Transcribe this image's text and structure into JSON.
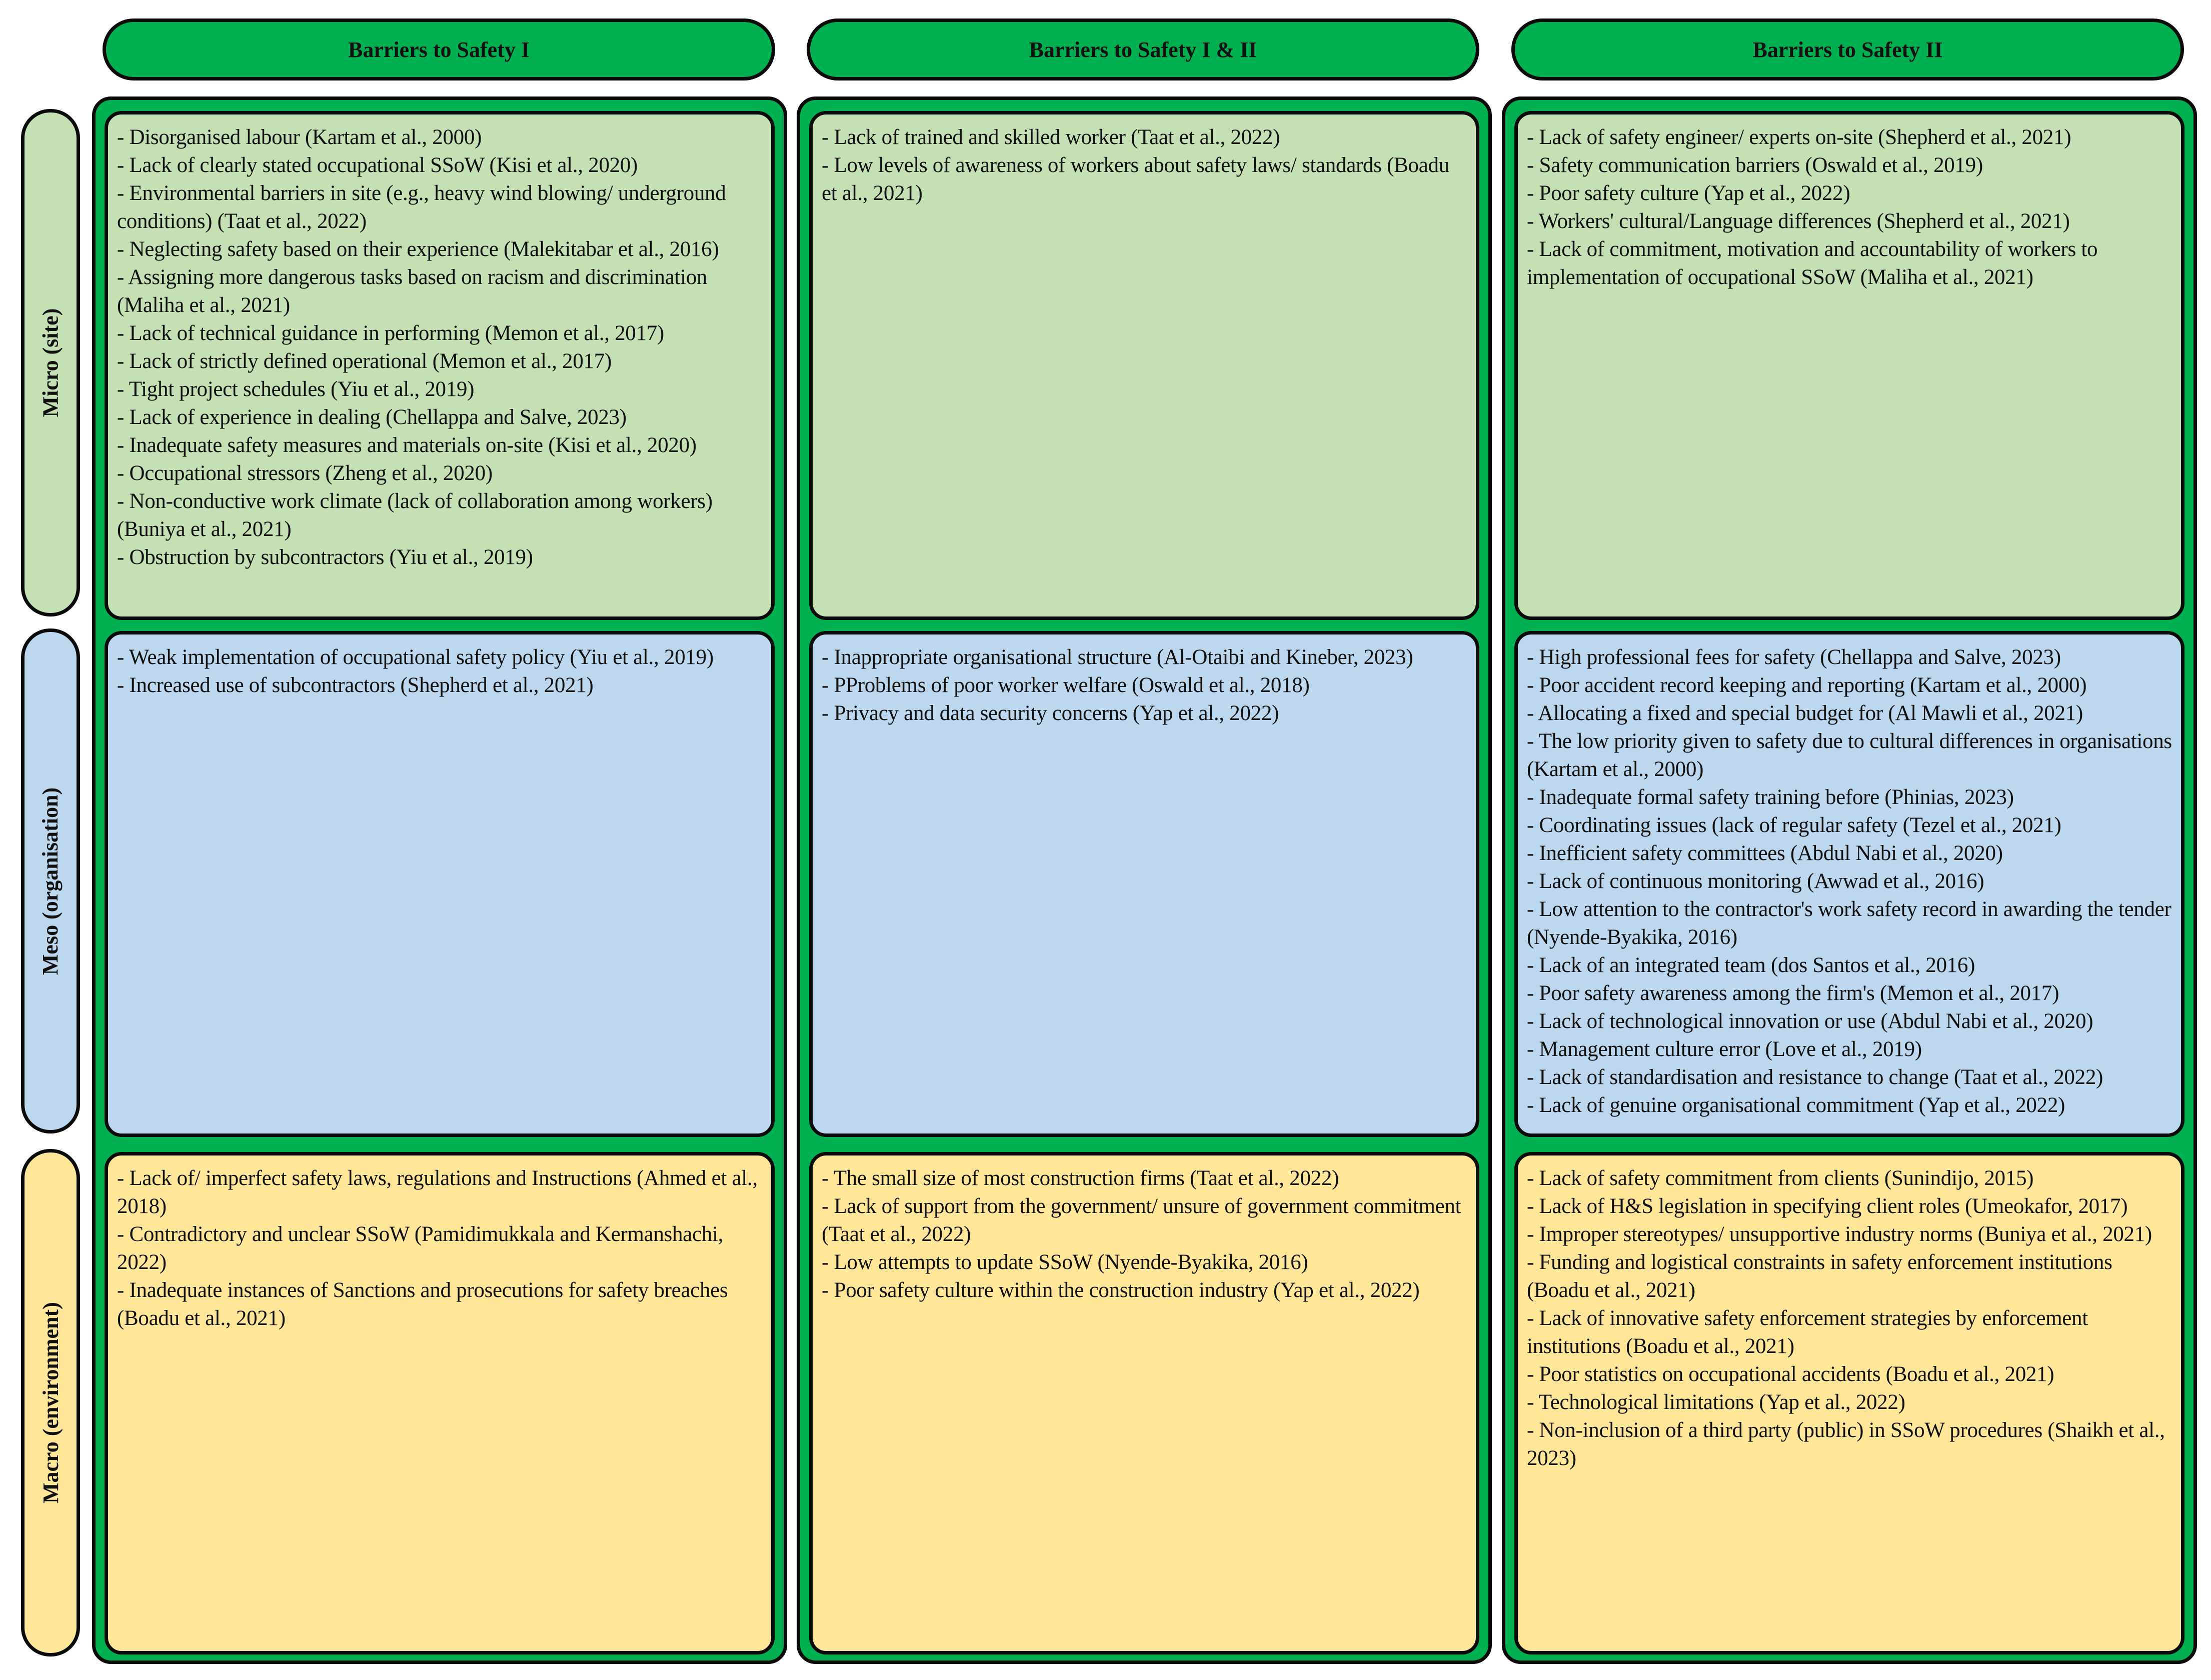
{
  "columns": [
    {
      "label": "Barriers to Safety I"
    },
    {
      "label": "Barriers to Safety I & II"
    },
    {
      "label": "Barriers to Safety II"
    }
  ],
  "rows": [
    {
      "label": "Micro (site)"
    },
    {
      "label": "Meso (organisation)"
    },
    {
      "label": "Macro (environment)"
    }
  ],
  "colors": {
    "frame_green": "#00b050",
    "micro_fill": "#c5e0b4",
    "meso_fill": "#bdd7ee",
    "macro_fill": "#ffe699",
    "border": "#0a0a0a"
  },
  "cells": {
    "micro": [
      [
        "- Disorganised labour (Kartam et al., 2000)",
        "- Lack of clearly stated occupational SSoW (Kisi et al., 2020)",
        "- Environmental barriers in site (e.g., heavy wind blowing/ underground conditions) (Taat et al., 2022)",
        "- Neglecting safety based on their experience (Malekitabar et al., 2016)",
        "- Assigning more dangerous tasks based on racism and discrimination (Maliha et al., 2021)",
        "- Lack of technical guidance in performing (Memon et al., 2017)",
        "- Lack of strictly defined operational (Memon et al., 2017)",
        "- Tight project schedules (Yiu et al., 2019)",
        "- Lack of experience in dealing (Chellappa and Salve, 2023)",
        "- Inadequate safety measures and materials on-site (Kisi et al., 2020)",
        "- Occupational stressors (Zheng et al., 2020)",
        "- Non-conductive work climate (lack of collaboration among workers) (Buniya et al., 2021)",
        "- Obstruction by subcontractors (Yiu et al., 2019)"
      ],
      [
        "- Lack of trained and skilled worker (Taat et al., 2022)",
        "- Low levels of awareness of workers about safety laws/ standards (Boadu et al., 2021)"
      ],
      [
        "- Lack of safety engineer/ experts on-site (Shepherd et al., 2021)",
        "- Safety communication barriers (Oswald et al., 2019)",
        "- Poor safety culture (Yap et al., 2022)",
        "- Workers' cultural/Language differences (Shepherd et al., 2021)",
        "- Lack of commitment, motivation and accountability of workers to implementation of occupational SSoW (Maliha et al., 2021)"
      ]
    ],
    "meso": [
      [
        "- Weak implementation of occupational safety policy (Yiu et al., 2019)",
        "- Increased use of subcontractors (Shepherd et al., 2021)"
      ],
      [
        "- Inappropriate organisational structure (Al-Otaibi and Kineber, 2023)",
        "- PProblems of poor worker welfare (Oswald et al., 2018)",
        "- Privacy and data security concerns (Yap et al., 2022)"
      ],
      [
        "- High professional fees for safety (Chellappa and Salve, 2023)",
        "- Poor accident record keeping and reporting (Kartam et al., 2000)",
        "- Allocating a fixed and special budget for (Al Mawli et al., 2021)",
        "- The low priority given to safety due to cultural differences in organisations (Kartam et al., 2000)",
        "- Inadequate formal safety training before (Phinias, 2023)",
        "- Coordinating issues (lack of regular safety (Tezel et al., 2021)",
        "- Inefficient safety committees (Abdul Nabi et al., 2020)",
        "- Lack of continuous monitoring (Awwad et al., 2016)",
        "- Low attention to the contractor's work safety record in awarding the tender (Nyende-Byakika, 2016)",
        "- Lack of an integrated team (dos Santos et al., 2016)",
        "- Poor safety awareness among the firm's (Memon et al., 2017)",
        "- Lack of technological innovation or use (Abdul Nabi et al., 2020)",
        "- Management culture error (Love et al., 2019)",
        "- Lack of standardisation and resistance to change (Taat et al., 2022)",
        "- Lack of genuine organisational commitment (Yap et al., 2022)"
      ]
    ],
    "macro": [
      [
        "- Lack of/ imperfect safety laws, regulations and Instructions (Ahmed et al., 2018)",
        "- Contradictory and unclear SSoW (Pamidimukkala and Kermanshachi, 2022)",
        "- Inadequate instances of Sanctions and prosecutions for safety breaches (Boadu et al., 2021)"
      ],
      [
        "- The small size of most construction firms (Taat et al., 2022)",
        "- Lack of support from the government/ unsure of government commitment (Taat et al., 2022)",
        "- Low attempts to update SSoW (Nyende-Byakika, 2016)",
        "- Poor safety culture within the construction industry (Yap et al., 2022)"
      ],
      [
        "- Lack of safety commitment from clients (Sunindijo, 2015)",
        "- Lack of H&S legislation in specifying client roles (Umeokafor, 2017)",
        "- Improper stereotypes/ unsupportive industry norms (Buniya et al., 2021)",
        "- Funding and logistical constraints in safety enforcement institutions (Boadu et al., 2021)",
        "- Lack of innovative safety enforcement strategies by enforcement institutions (Boadu et al., 2021)",
        "- Poor statistics on occupational accidents (Boadu et al., 2021)",
        "- Technological limitations (Yap et al., 2022)",
        "- Non-inclusion of a third party (public) in SSoW procedures (Shaikh et al., 2023)"
      ]
    ]
  }
}
